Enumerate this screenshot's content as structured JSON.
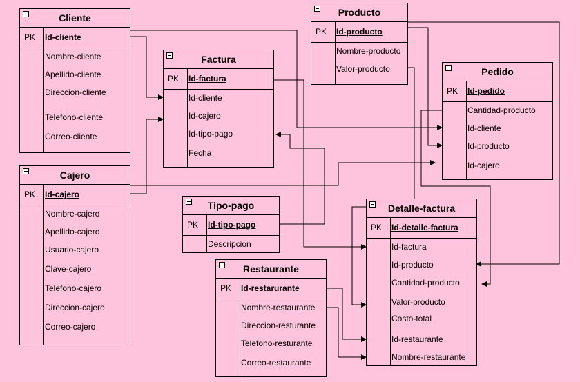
{
  "diagram": {
    "background": "#ffc4dd",
    "line_color": "#000000",
    "key_marker": "PK",
    "entities": {
      "cliente": {
        "title": "Cliente",
        "pk": "Id-cliente",
        "attributes": [
          "Nombre-cliente",
          "Apellido-cliente",
          "Direccion-cliente",
          "Telefono-cliente",
          "Correo-cliente"
        ]
      },
      "factura": {
        "title": "Factura",
        "pk": "Id-factura",
        "attributes": [
          "Id-cliente",
          "Id-cajero",
          "Id-tipo-pago",
          "Fecha"
        ]
      },
      "producto": {
        "title": "Producto",
        "pk": "Id-producto",
        "attributes": [
          "Nombre-producto",
          "Valor-producto"
        ]
      },
      "pedido": {
        "title": "Pedido",
        "pk": "Id-pedido",
        "attributes": [
          "Cantidad-producto",
          "Id-cliente",
          "Id-producto",
          "Id-cajero"
        ]
      },
      "cajero": {
        "title": "Cajero",
        "pk": "Id-cajero",
        "attributes": [
          "Nombre-cajero",
          "Apellido-cajero",
          "Usuario-cajero",
          "Clave-cajero",
          "Telefono-cajero",
          "Direccion-cajero",
          "Correo-cajero"
        ]
      },
      "tipo_pago": {
        "title": "Tipo-pago",
        "pk": "Id-tipo-pago",
        "attributes": [
          "Descripcion"
        ]
      },
      "restaurante": {
        "title": "Restaurante",
        "pk": "Id-restarurante",
        "attributes": [
          "Nombre-restaurante",
          "Direccion-resturante",
          "Telefono-resturante",
          "Correo-restaurante"
        ]
      },
      "detalle_factura": {
        "title": "Detalle-factura",
        "pk": "Id-detalle-factura",
        "attributes": [
          "Id-factura",
          "Id-producto",
          "Cantidad-producto",
          "Valor-producto",
          "Costo-total",
          "Id-restaurante",
          "Nombre-restaurante"
        ]
      }
    }
  }
}
